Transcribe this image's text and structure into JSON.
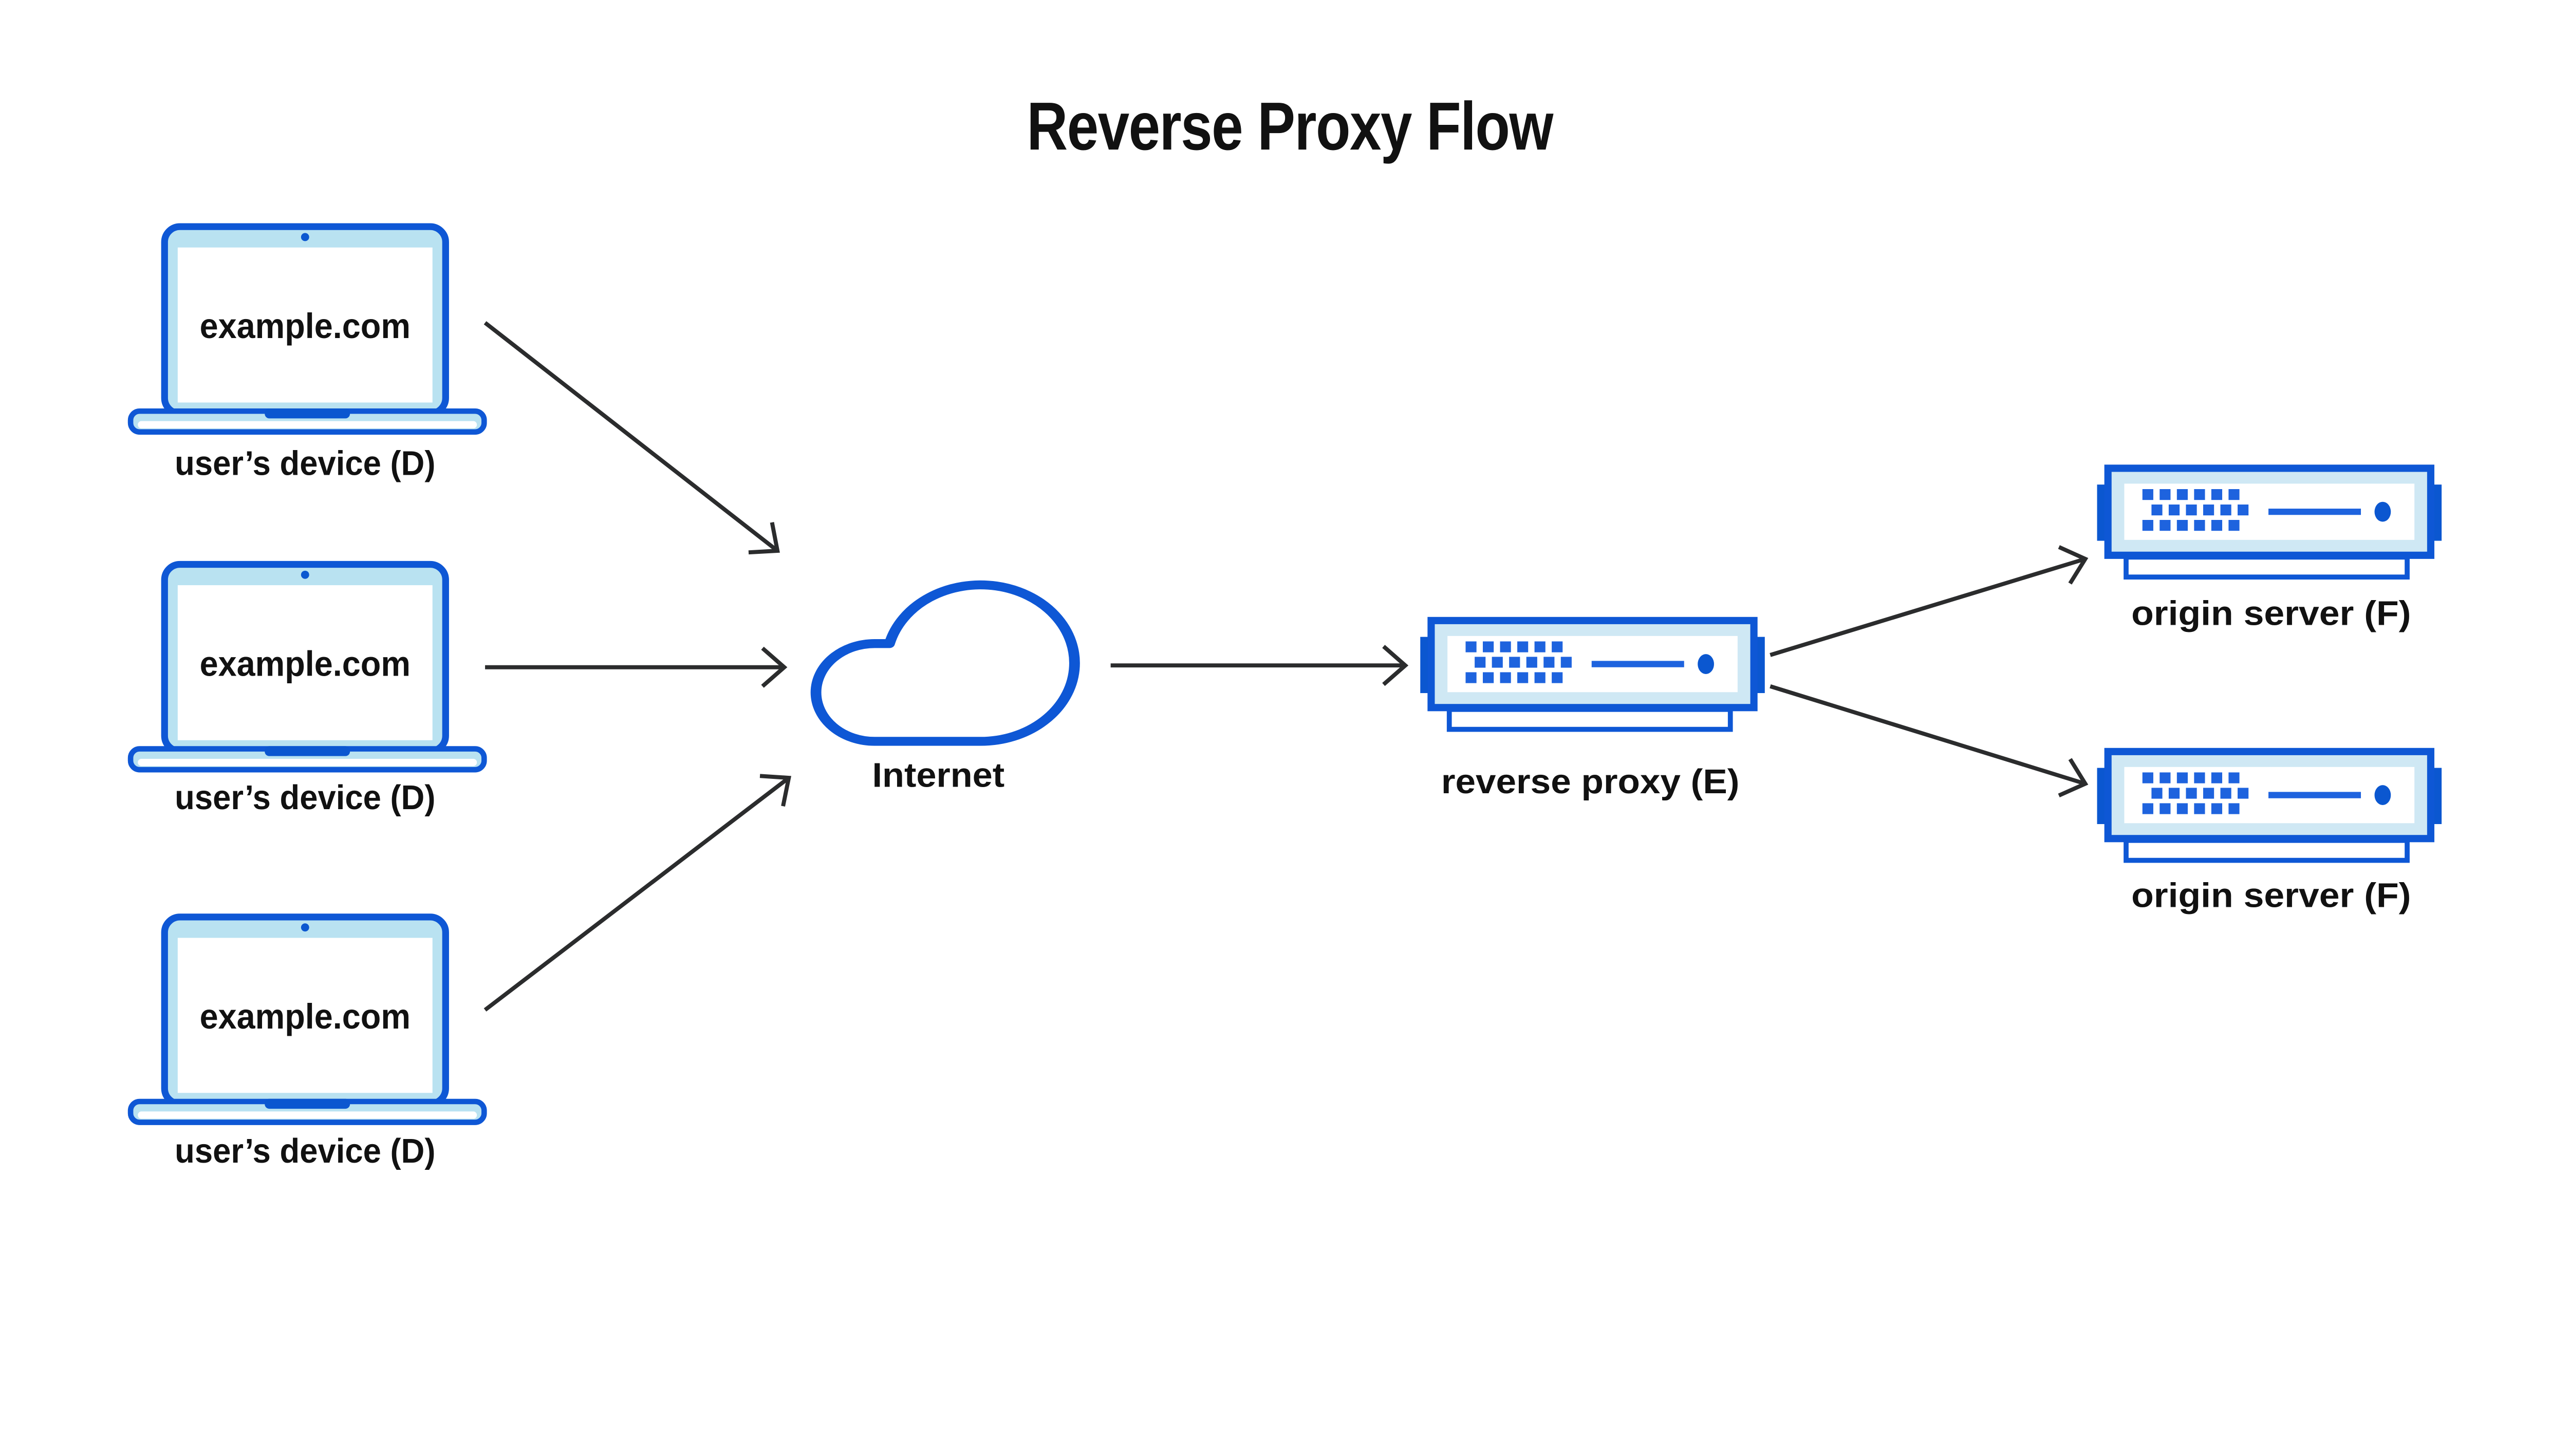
{
  "title": "Reverse Proxy Flow",
  "colors": {
    "stroke_blue": "#0e57d5",
    "solid_blue": "#0b57d0",
    "vent_dot_blue": "#1e63de",
    "laptop_body_light_blue": "#b9e2f1",
    "server_frame_light_blue": "#cfe8f4",
    "arrow_gray": "#2b2c2d",
    "text_black": "#111111",
    "background": "#ffffff"
  },
  "devices": [
    {
      "screen_text": "example.com",
      "label": "user’s device (D)"
    },
    {
      "screen_text": "example.com",
      "label": "user’s device (D)"
    },
    {
      "screen_text": "example.com",
      "label": "user’s device (D)"
    }
  ],
  "internet": {
    "label": "Internet"
  },
  "reverse_proxy": {
    "label": "reverse proxy (E)"
  },
  "origin_servers": [
    {
      "label": "origin server (F)"
    },
    {
      "label": "origin server (F)"
    }
  ]
}
